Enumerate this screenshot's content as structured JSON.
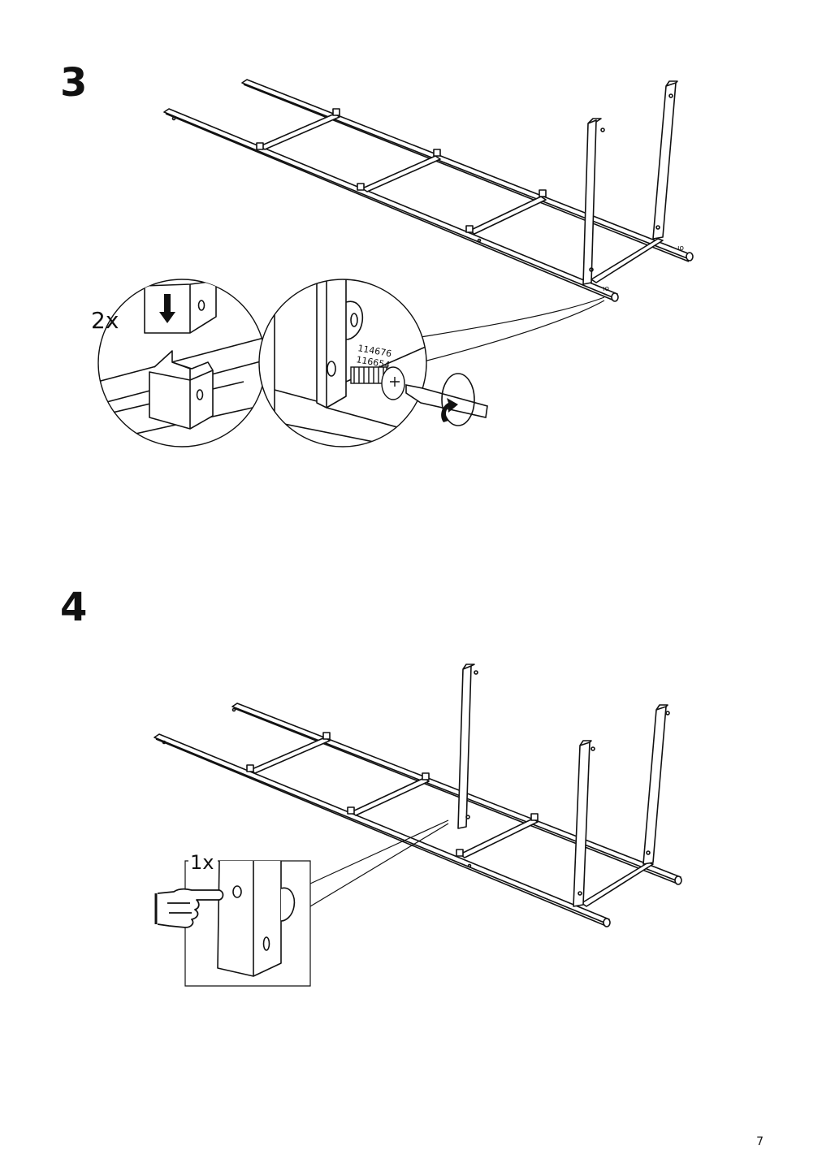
{
  "steps": [
    {
      "number": "3",
      "detail_left": {
        "quantity": "2x"
      },
      "detail_right": {
        "part_numbers": [
          "114676",
          "116654"
        ]
      }
    },
    {
      "number": "4",
      "detail": {
        "quantity": "1x"
      }
    }
  ],
  "page_number": "7"
}
